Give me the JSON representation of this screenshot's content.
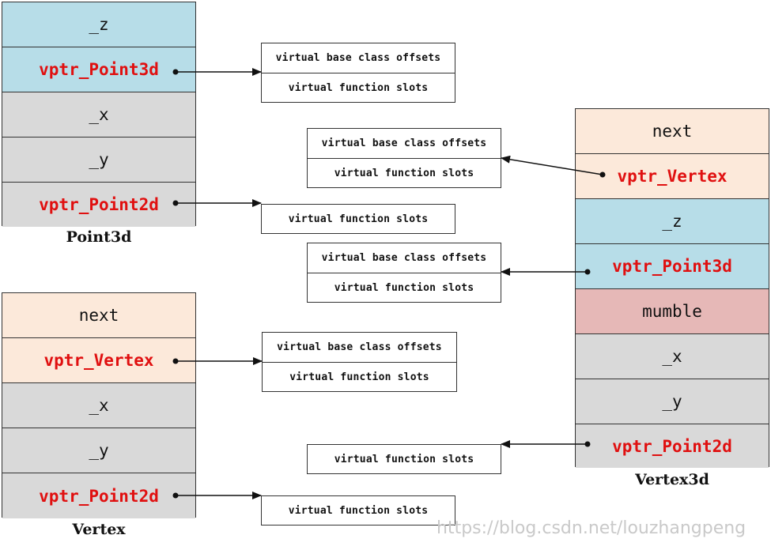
{
  "objects": {
    "point3d": {
      "label": "Point3d",
      "cells": [
        {
          "text": "_z"
        },
        {
          "text": "vptr_Point3d"
        },
        {
          "text": "_x"
        },
        {
          "text": "_y"
        },
        {
          "text": "vptr_Point2d"
        }
      ]
    },
    "vertex": {
      "label": "Vertex",
      "cells": [
        {
          "text": "next"
        },
        {
          "text": "vptr_Vertex"
        },
        {
          "text": "_x"
        },
        {
          "text": "_y"
        },
        {
          "text": "vptr_Point2d"
        }
      ]
    },
    "vertex3d": {
      "label": "Vertex3d",
      "cells": [
        {
          "text": "next"
        },
        {
          "text": "vptr_Vertex"
        },
        {
          "text": "_z"
        },
        {
          "text": "vptr_Point3d"
        },
        {
          "text": "mumble"
        },
        {
          "text": "_x"
        },
        {
          "text": "_y"
        },
        {
          "text": "vptr_Point2d"
        }
      ]
    }
  },
  "tables": {
    "vbco": "virtual base class offsets",
    "vfs": "virtual function slots"
  },
  "colors": {
    "blue": "#b7dde8",
    "gray": "#d9d9d9",
    "peach": "#fce9da",
    "pink": "#e6b8b7",
    "vptr": "#e01010"
  },
  "watermark": "https://blog.csdn.net/louzhangpeng"
}
